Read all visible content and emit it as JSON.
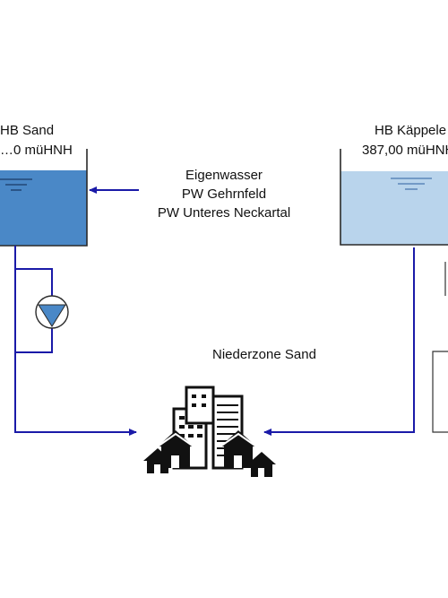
{
  "tank_left": {
    "name": "HB Sand",
    "elevation": "…0 müHNH",
    "fill_color": "#4a88c7"
  },
  "tank_right": {
    "name": "HB Käppele",
    "elevation": "387,00 müHNH",
    "fill_color": "#b9d4ec"
  },
  "sources": {
    "lines": [
      "Eigenwasser",
      "PW Gehrnfeld",
      "PW Unteres Neckartal"
    ]
  },
  "zone": {
    "name": "Niederzone Sand"
  },
  "colors": {
    "pipe": "#1a1aa8",
    "pump": "#4a88c7"
  },
  "icons": {
    "pump": "pump-icon",
    "city": "city-buildings-icon"
  }
}
